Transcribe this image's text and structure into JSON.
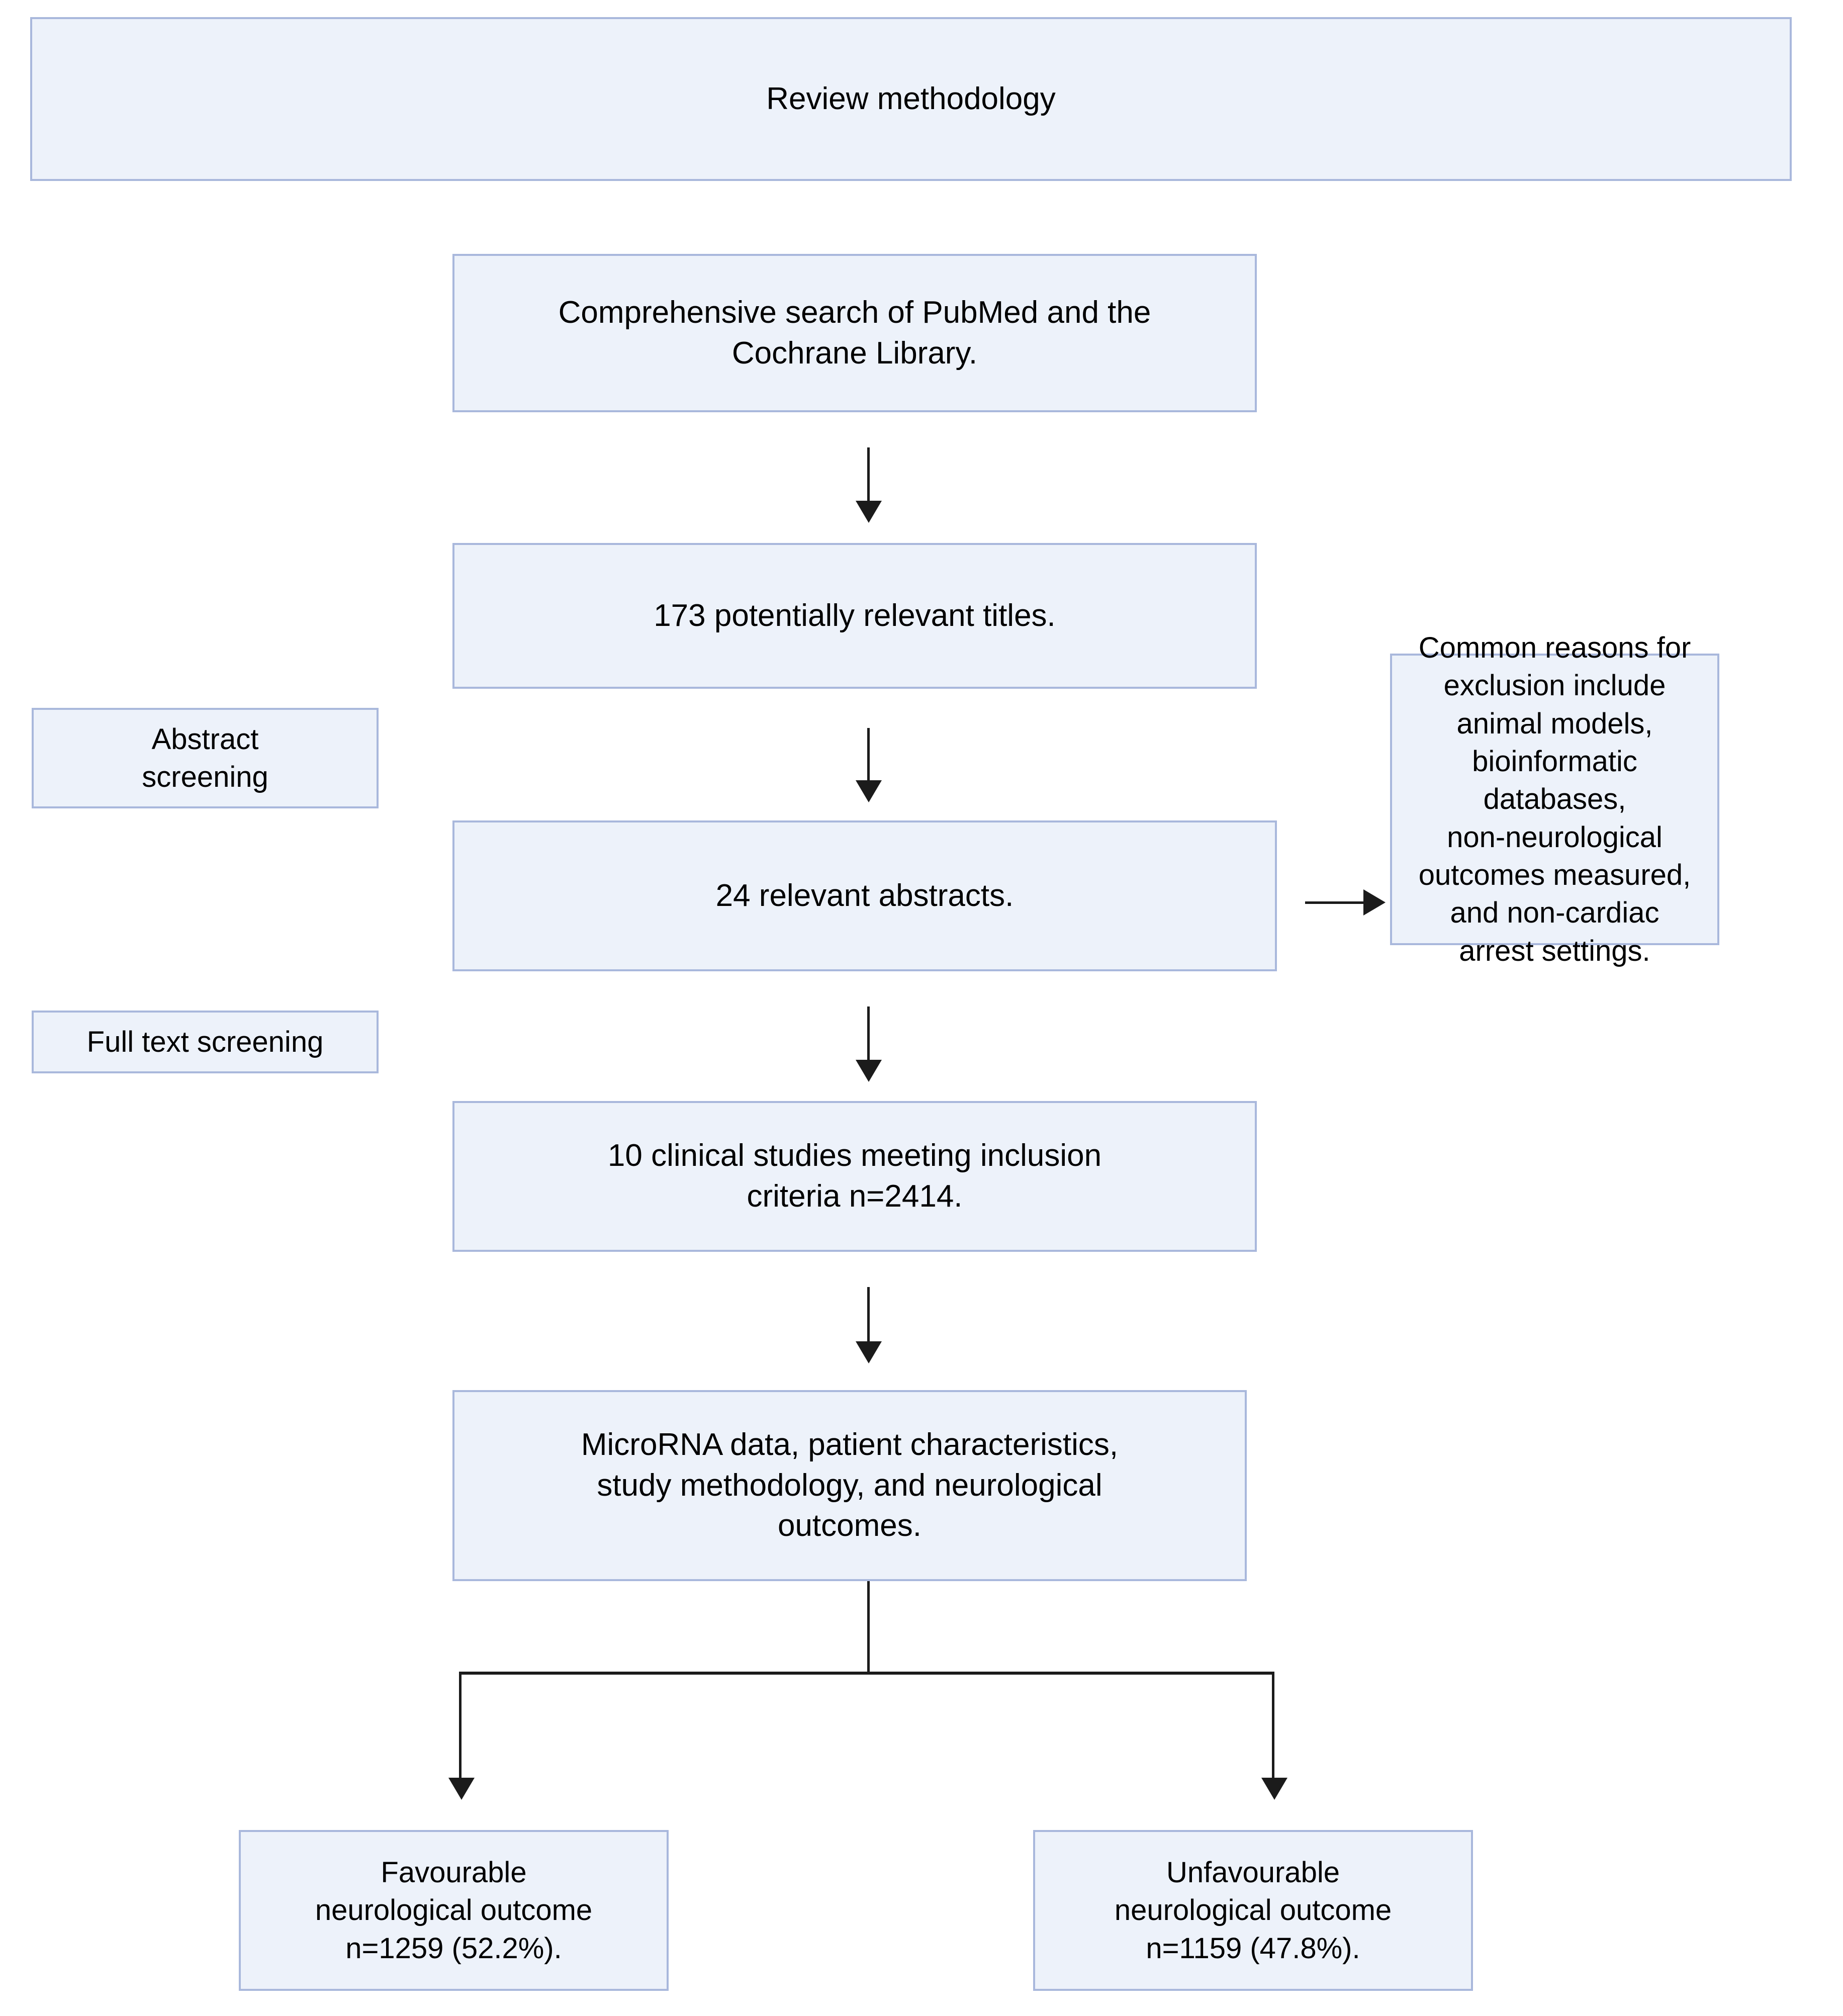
{
  "diagram": {
    "title": "Review methodology",
    "background_color": "#ffffff",
    "node_fill_color": "#edf2fa",
    "node_border_color": "#a9b8dc",
    "connector_color": "#1b1b1b",
    "nodes": {
      "title": "Review methodology",
      "search": "Comprehensive search of PubMed and the\nCochrane Library.",
      "titles": "173 potentially relevant titles.",
      "abstracts": "24 relevant abstracts.",
      "studies": "10 clinical studies meeting inclusion\ncriteria n=2414.",
      "extract": "MicroRNA data, patient characteristics,\nstudy methodology, and neurological\noutcomes.",
      "abstract_screening_label": "Abstract\nscreening",
      "full_text_screening_label": "Full text screening",
      "exclusion": "Common reasons for\nexclusion include\nanimal models,\nbioinformatic\ndatabases,\nnon-neurological\noutcomes measured,\nand non-cardiac\narrest settings.",
      "favourable": "Favourable\nneurological outcome\nn=1259  (52.2%).",
      "unfavourable": "Unfavourable\nneurological outcome\nn=1159 (47.8%)."
    },
    "values": {
      "potentially_relevant_titles": 173,
      "relevant_abstracts": 24,
      "included_studies": 10,
      "total_patients": 2414,
      "favourable_n": 1259,
      "favourable_percent": "52.2%",
      "unfavourable_n": 1159,
      "unfavourable_percent": "47.8%"
    },
    "connectors": [
      {
        "name": "search-to-titles",
        "type": "arrow-down"
      },
      {
        "name": "titles-to-abstracts",
        "type": "arrow-down"
      },
      {
        "name": "abstracts-to-studies",
        "type": "arrow-down"
      },
      {
        "name": "studies-to-extract",
        "type": "arrow-down"
      },
      {
        "name": "abstracts-to-exclusion",
        "type": "arrow-right"
      },
      {
        "name": "extract-to-outcomes",
        "type": "split-branch"
      }
    ]
  }
}
